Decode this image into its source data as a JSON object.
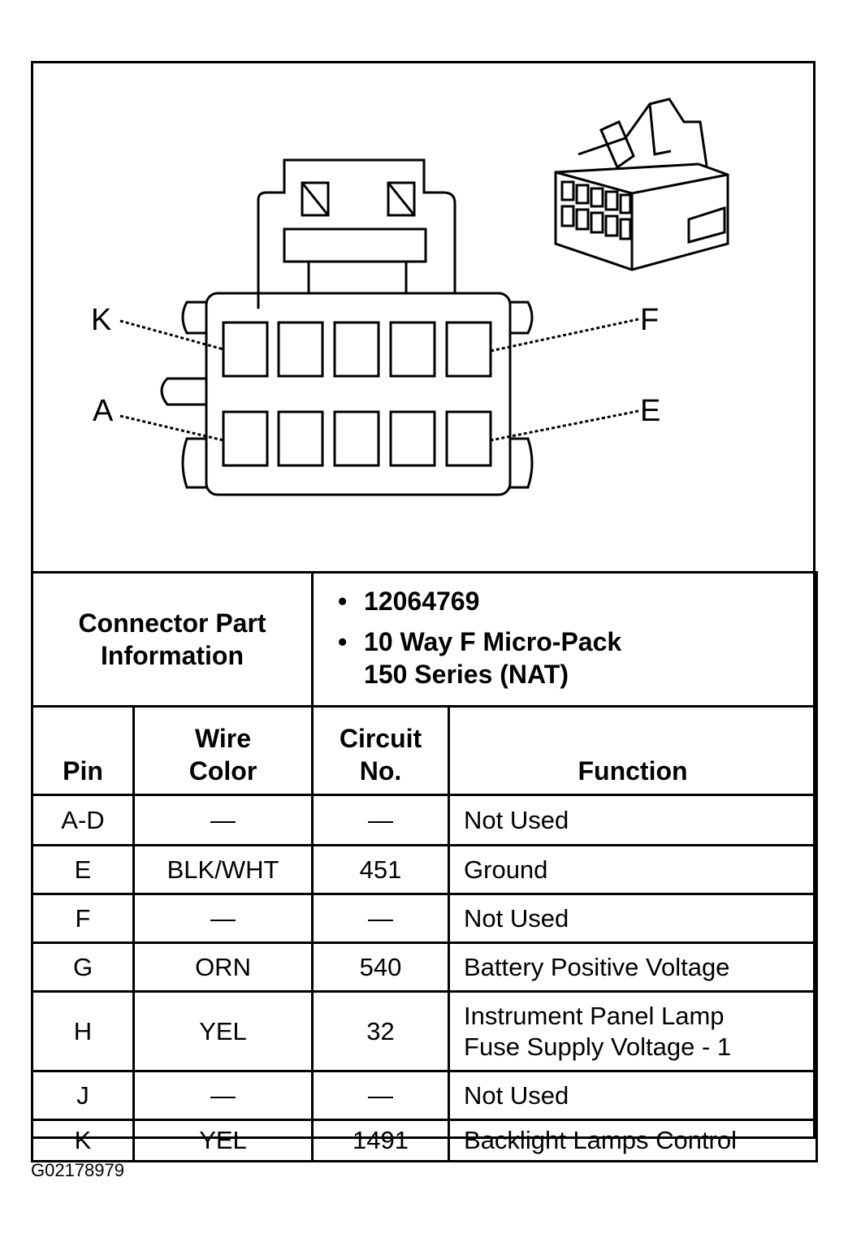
{
  "diagram": {
    "pin_labels": {
      "top_left": "K",
      "top_right": "F",
      "bottom_left": "A",
      "bottom_right": "E"
    }
  },
  "connector_info": {
    "label": "Connector Part Information",
    "part_number": "12064769",
    "description_line1": "10 Way F Micro-Pack",
    "description_line2": "150 Series (NAT)"
  },
  "table": {
    "headers": {
      "pin": "Pin",
      "wire_color_line1": "Wire",
      "wire_color_line2": "Color",
      "circuit_line1": "Circuit",
      "circuit_line2": "No.",
      "function": "Function"
    },
    "rows": [
      {
        "pin": "A-D",
        "wire": "—",
        "circuit": "—",
        "function": "Not Used"
      },
      {
        "pin": "E",
        "wire": "BLK/WHT",
        "circuit": "451",
        "function": "Ground"
      },
      {
        "pin": "F",
        "wire": "—",
        "circuit": "—",
        "function": "Not Used"
      },
      {
        "pin": "G",
        "wire": "ORN",
        "circuit": "540",
        "function": "Battery Positive Voltage"
      },
      {
        "pin": "H",
        "wire": "YEL",
        "circuit": "32",
        "function_line1": "Instrument Panel Lamp",
        "function_line2": "Fuse Supply Voltage - 1"
      },
      {
        "pin": "J",
        "wire": "—",
        "circuit": "—",
        "function": "Not Used"
      },
      {
        "pin": "K",
        "wire": "YEL",
        "circuit": "1491",
        "function": "Backlight Lamps Control"
      }
    ]
  },
  "footer": {
    "code": "G02178979"
  }
}
